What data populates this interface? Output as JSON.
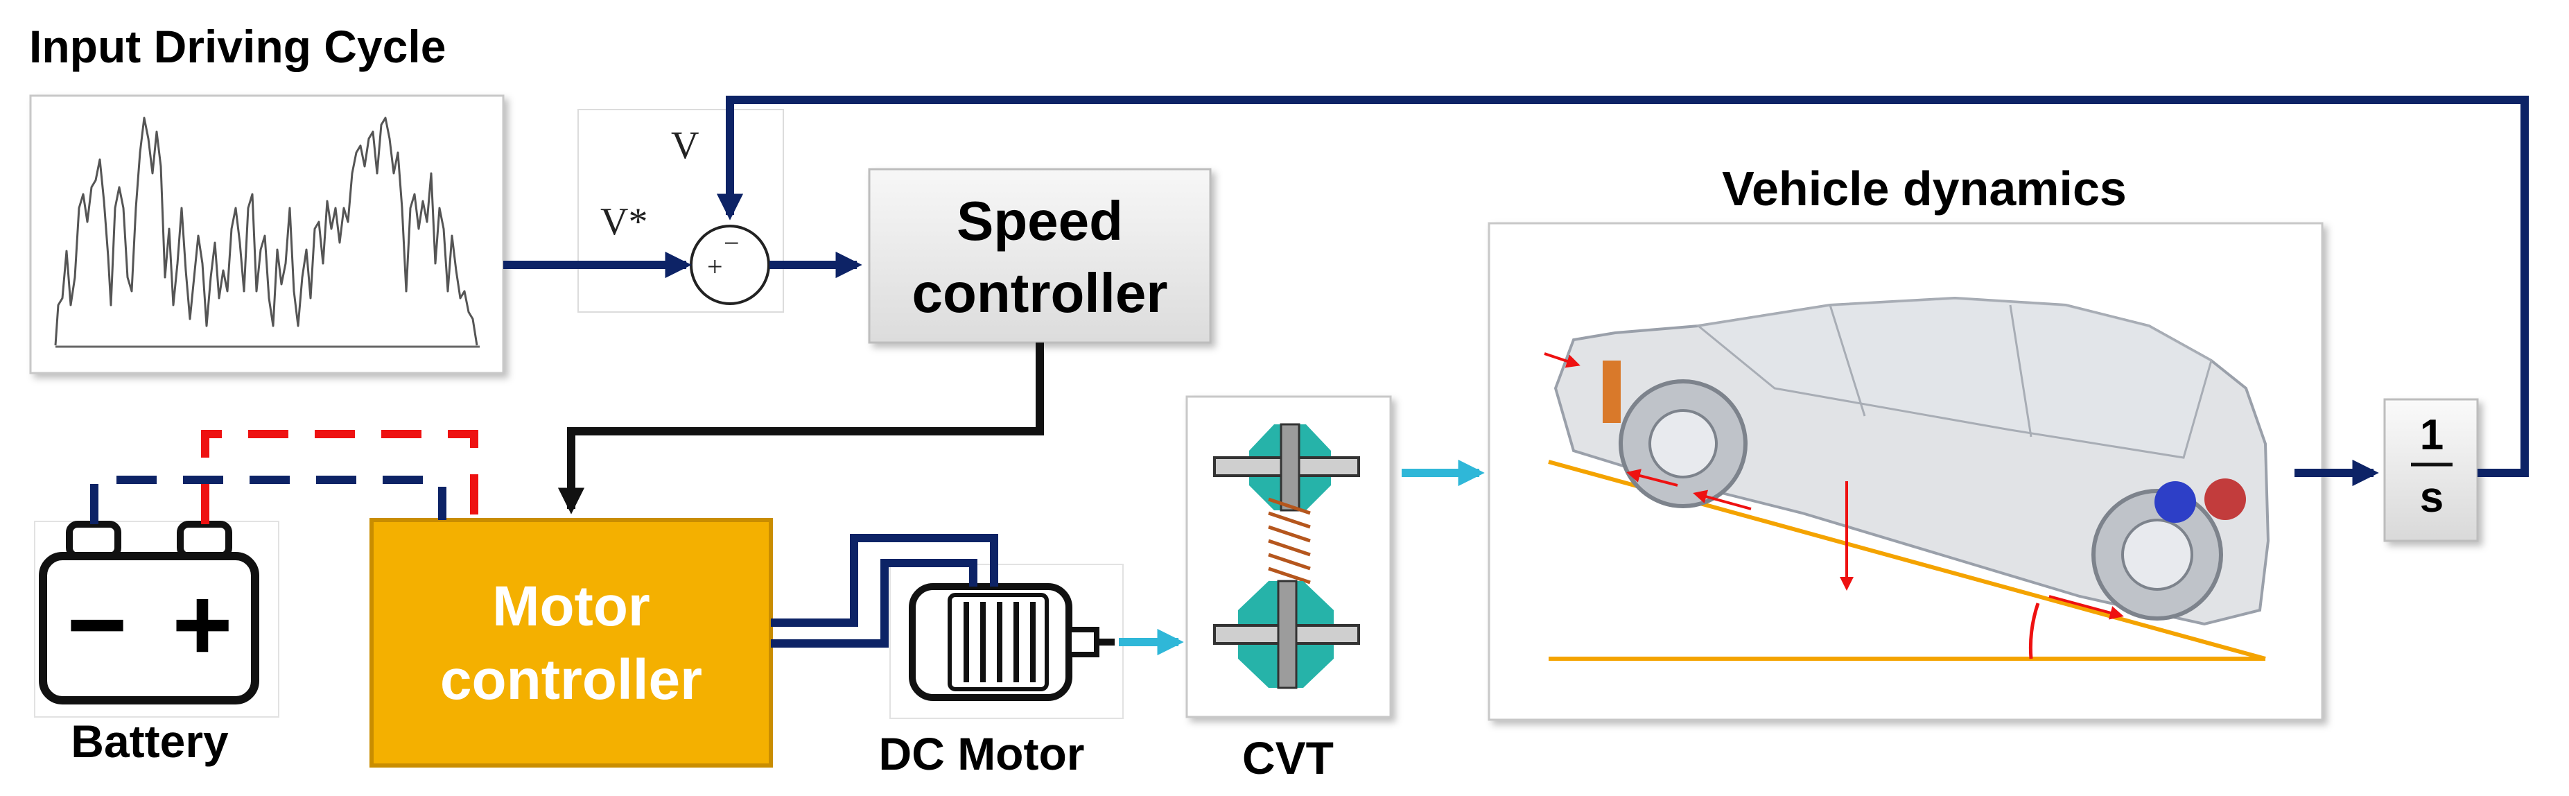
{
  "labels": {
    "input_driving_cycle": "Input Driving Cycle",
    "v_feedback": "V",
    "v_ref": "V*",
    "sum_plus": "+",
    "sum_minus": "−",
    "speed_controller_line1": "Speed",
    "speed_controller_line2": "controller",
    "vehicle_dynamics": "Vehicle dynamics",
    "integrator_num": "1",
    "integrator_den": "s",
    "motor_controller_line1": "Motor",
    "motor_controller_line2": "controller",
    "battery": "Battery",
    "battery_minus": "−",
    "battery_plus": "+",
    "dc_motor": "DC Motor",
    "cvt": "CVT"
  },
  "colors": {
    "navy": "#0d2366",
    "black": "#111111",
    "red": "#ee1111",
    "cyan": "#2fb7d8",
    "orange_block": "#f4b000",
    "orange_border": "#c98d00",
    "slope": "#f4a300",
    "teal": "#26b3a9",
    "brown": "#b5561d",
    "box_border": "#bdbdbd"
  },
  "icons": {
    "drive_cycle": "drive-cycle-plot-icon",
    "summing_junction": "summing-junction-icon",
    "battery": "battery-icon",
    "dc_motor": "dc-motor-icon",
    "cvt": "cvt-pulley-icon",
    "car": "car-on-incline-icon",
    "integrator": "integrator-icon"
  }
}
